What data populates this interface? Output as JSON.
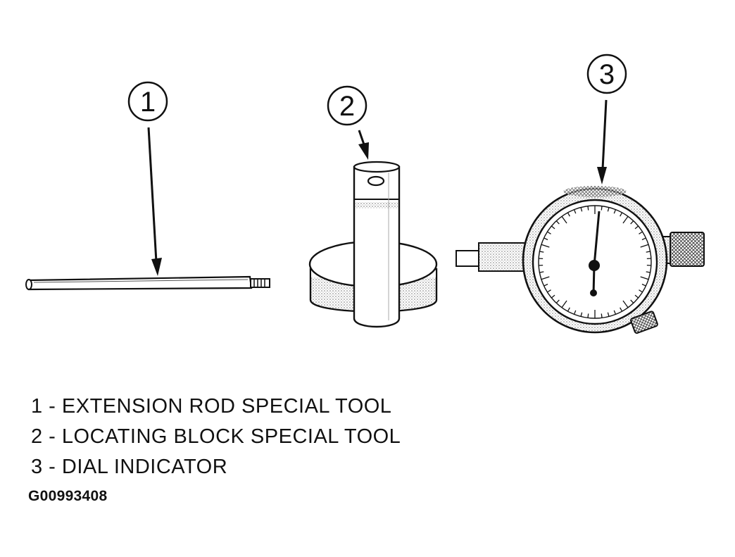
{
  "callouts": [
    "1",
    "2",
    "3"
  ],
  "legend": [
    "1 - EXTENSION ROD SPECIAL TOOL",
    "2 - LOCATING BLOCK SPECIAL TOOL",
    "3 - DIAL INDICATOR"
  ],
  "figure_id": "G00993408",
  "colors": {
    "ink": "#111111",
    "paper": "#ffffff",
    "stipple": "#9a9a9a"
  }
}
